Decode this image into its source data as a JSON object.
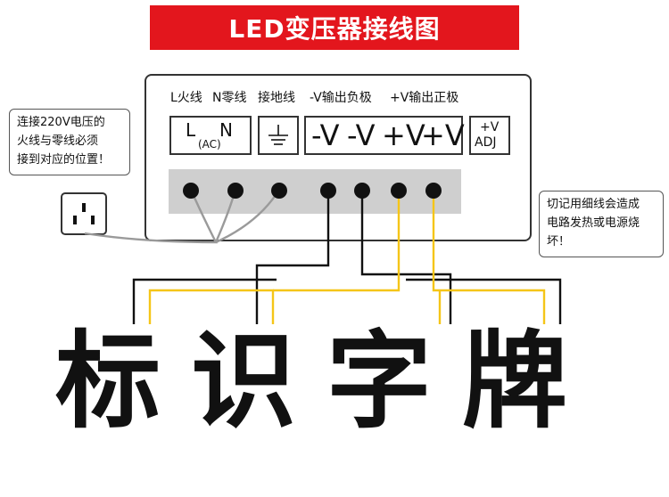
{
  "title": "LED变压器接线图",
  "headers": {
    "l_fire": "L火线",
    "n_zero": "N零线",
    "ground": "接地线",
    "neg_out": "-V输出负极",
    "pos_out": "+V输出正极"
  },
  "terminals": {
    "l": "L",
    "n": "N",
    "ac": "(AC)",
    "neg1": "-V",
    "neg2": "-V",
    "pos1": "+V",
    "pos2": "+V",
    "adj_top": "+V",
    "adj_bottom": "ADJ"
  },
  "notes": {
    "left_line1": "连接220V电压的",
    "left_line2": "火线与零线必须",
    "left_line3": "接到对应的位置！",
    "right_line1": "切记用细线会造成",
    "right_line2": "电路发热或电源烧",
    "right_line3": "坏！"
  },
  "sign_text": "标识字牌",
  "colors": {
    "title_bg": "#e3161d",
    "wire_ac": "#9a9a9a",
    "wire_neg": "#111111",
    "wire_pos": "#f5c518",
    "strip": "#cfcfcf"
  }
}
